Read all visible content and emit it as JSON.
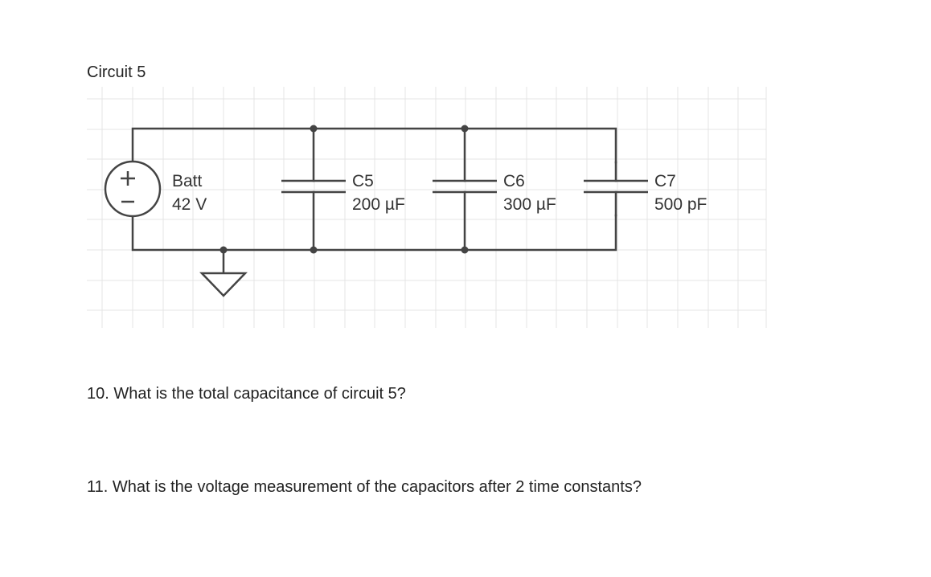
{
  "circuit_title": "Circuit 5",
  "components": {
    "battery": {
      "name": "Batt",
      "value": "42 V",
      "plus_symbol": "+"
    },
    "capacitors": [
      {
        "name": "C5",
        "value": "200 µF"
      },
      {
        "name": "C6",
        "value": "300 µF"
      },
      {
        "name": "C7",
        "value": "500 pF"
      }
    ]
  },
  "questions": [
    "10. What is the total capacitance of circuit 5?",
    "11. What is the voltage measurement of the capacitors after 2 time constants?"
  ],
  "colors": {
    "wire": "#444444",
    "grid": "#e4e4e4",
    "text": "#222222"
  }
}
